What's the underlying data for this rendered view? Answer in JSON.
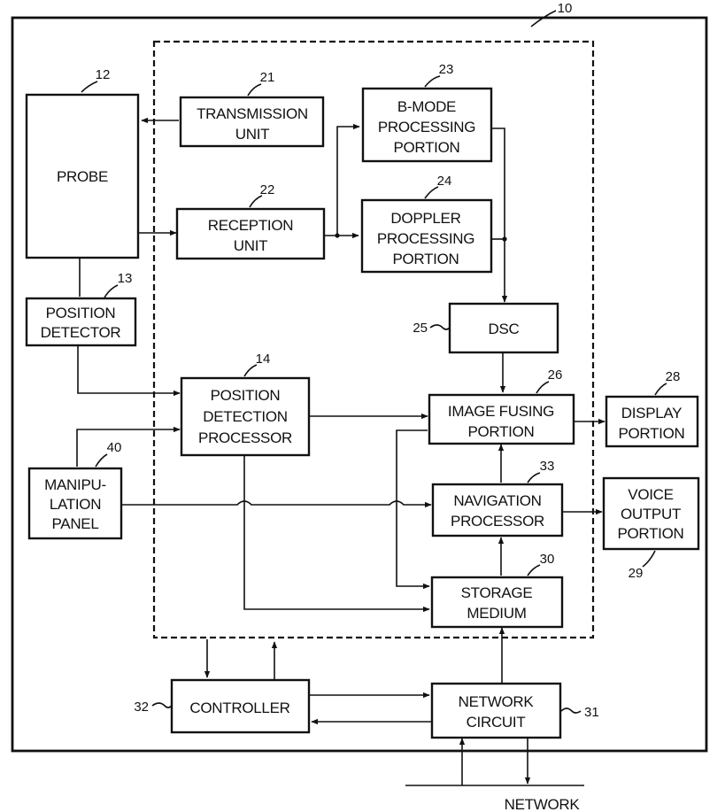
{
  "blocks": {
    "system": {
      "ref": "10"
    },
    "probe": {
      "ref": "12",
      "lines": [
        "PROBE"
      ]
    },
    "position_detector": {
      "ref": "13",
      "lines": [
        "POSITION",
        "DETECTOR"
      ]
    },
    "transmission_unit": {
      "ref": "21",
      "lines": [
        "TRANSMISSION",
        "UNIT"
      ]
    },
    "reception_unit": {
      "ref": "22",
      "lines": [
        "RECEPTION",
        "UNIT"
      ]
    },
    "bmode": {
      "ref": "23",
      "lines": [
        "B-MODE",
        "PROCESSING",
        "PORTION"
      ]
    },
    "doppler": {
      "ref": "24",
      "lines": [
        "DOPPLER",
        "PROCESSING",
        "PORTION"
      ]
    },
    "dsc": {
      "ref": "25",
      "lines": [
        "DSC"
      ]
    },
    "position_detection_processor": {
      "ref": "14",
      "lines": [
        "POSITION",
        "DETECTION",
        "PROCESSOR"
      ]
    },
    "image_fusing": {
      "ref": "26",
      "lines": [
        "IMAGE FUSING",
        "PORTION"
      ]
    },
    "display": {
      "ref": "28",
      "lines": [
        "DISPLAY",
        "PORTION"
      ]
    },
    "manipulation_panel": {
      "ref": "40",
      "lines": [
        "MANIPU-",
        "LATION",
        "PANEL"
      ]
    },
    "navigation_processor": {
      "ref": "33",
      "lines": [
        "NAVIGATION",
        "PROCESSOR"
      ]
    },
    "voice_output": {
      "ref": "29",
      "lines": [
        "VOICE",
        "OUTPUT",
        "PORTION"
      ]
    },
    "storage_medium": {
      "ref": "30",
      "lines": [
        "STORAGE",
        "MEDIUM"
      ]
    },
    "controller": {
      "ref": "32",
      "lines": [
        "CONTROLLER"
      ]
    },
    "network_circuit": {
      "ref": "31",
      "lines": [
        "NETWORK",
        "CIRCUIT"
      ]
    }
  },
  "network_label": "NETWORK"
}
